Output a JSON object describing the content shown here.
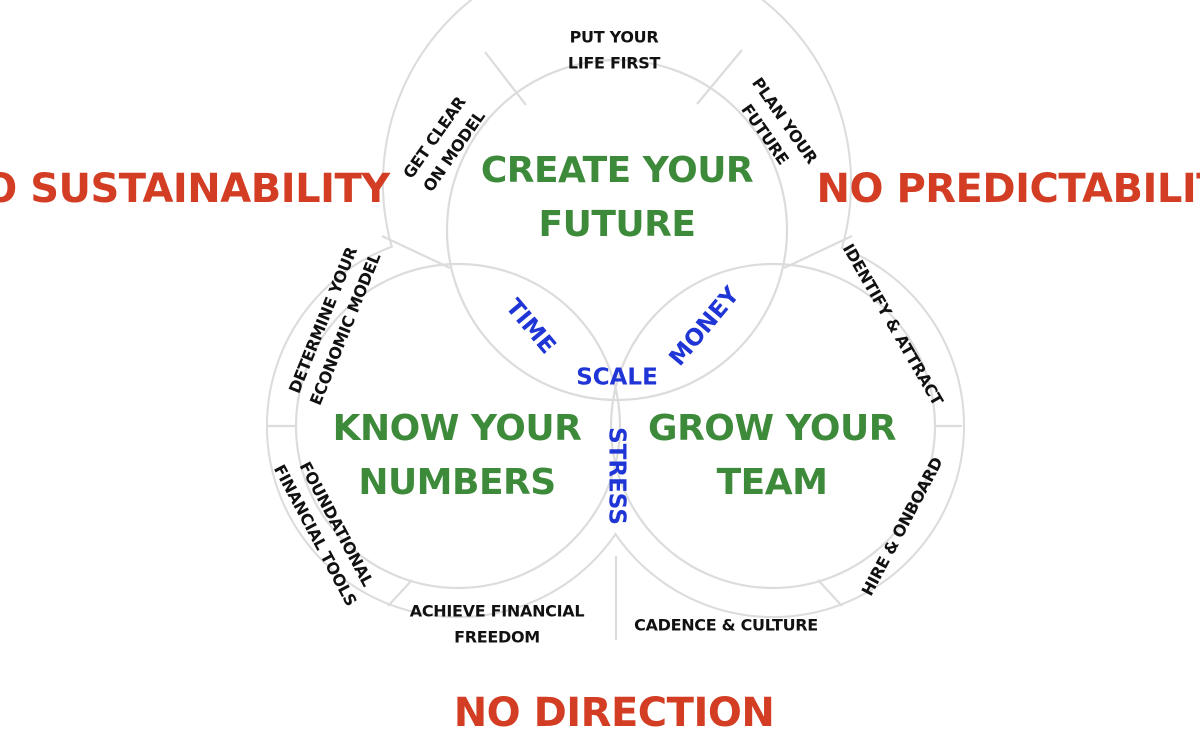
{
  "outcomes": {
    "left": "NO SUSTAINABILITY",
    "right": "NO PREDICTABILITY",
    "bottom": "NO DIRECTION"
  },
  "cores": {
    "top": [
      "CREATE YOUR",
      "FUTURE"
    ],
    "left": [
      "KNOW YOUR",
      "NUMBERS"
    ],
    "right": [
      "GROW YOUR",
      "TEAM"
    ]
  },
  "overlaps": {
    "top_left": "TIME",
    "top_right": "MONEY",
    "left_right": "STRESS",
    "center": "SCALE"
  },
  "segments": {
    "top_center": [
      "PUT YOUR",
      "LIFE FIRST"
    ],
    "top_left": [
      "GET CLEAR",
      "ON MODEL"
    ],
    "top_right": [
      "PLAN YOUR",
      "FUTURE"
    ],
    "left_upper": [
      "DETERMINE YOUR",
      "ECONOMIC MODEL"
    ],
    "left_lower": [
      "FOUNDATIONAL",
      "FINANCIAL TOOLS"
    ],
    "bottom_left": [
      "ACHIEVE FINANCIAL",
      "FREEDOM"
    ],
    "bottom_right": [
      "CADENCE & CULTURE"
    ],
    "right_upper": [
      "IDENTIFY & ATTRACT"
    ],
    "right_lower": [
      "HIRE & ONBOARD"
    ]
  },
  "colors": {
    "outcome": "#d33d24",
    "core": "#3d8a3a",
    "overlap": "#1f35d6",
    "segment": "#111111",
    "lines": "#dcdcdc"
  }
}
